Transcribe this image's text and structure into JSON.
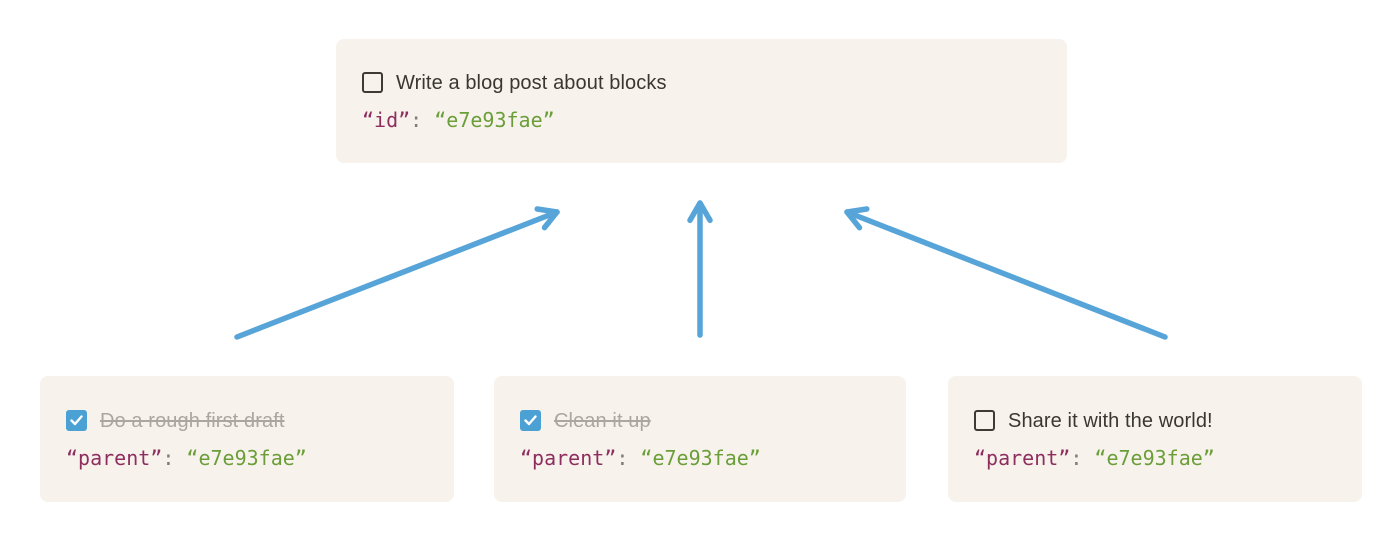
{
  "colors": {
    "page_background": "#ffffff",
    "card_background": "#f7f3ec",
    "task_text": "#3a3732",
    "task_done_text": "#aba69e",
    "checkbox_border": "#3e3a35",
    "checkbox_checked_fill": "#4ba0d4",
    "code_key": "#8e2e5f",
    "code_separator": "#7f7b75",
    "code_value": "#6b9e39",
    "arrow": "#57a4d9"
  },
  "parent_card": {
    "task": "Write a blog post about blocks",
    "checked": false,
    "code": {
      "key": "“id”",
      "separator": ": ",
      "value": "“e7e93fae”"
    }
  },
  "child_cards": [
    {
      "task": "Do a rough first draft",
      "checked": true,
      "code": {
        "key": "“parent”",
        "separator": ": ",
        "value": "“e7e93fae”"
      }
    },
    {
      "task": "Clean it up",
      "checked": true,
      "code": {
        "key": "“parent”",
        "separator": ": ",
        "value": "“e7e93fae”"
      }
    },
    {
      "task": "Share it with the world!",
      "checked": false,
      "code": {
        "key": "“parent”",
        "separator": ": ",
        "value": "“e7e93fae”"
      }
    }
  ]
}
